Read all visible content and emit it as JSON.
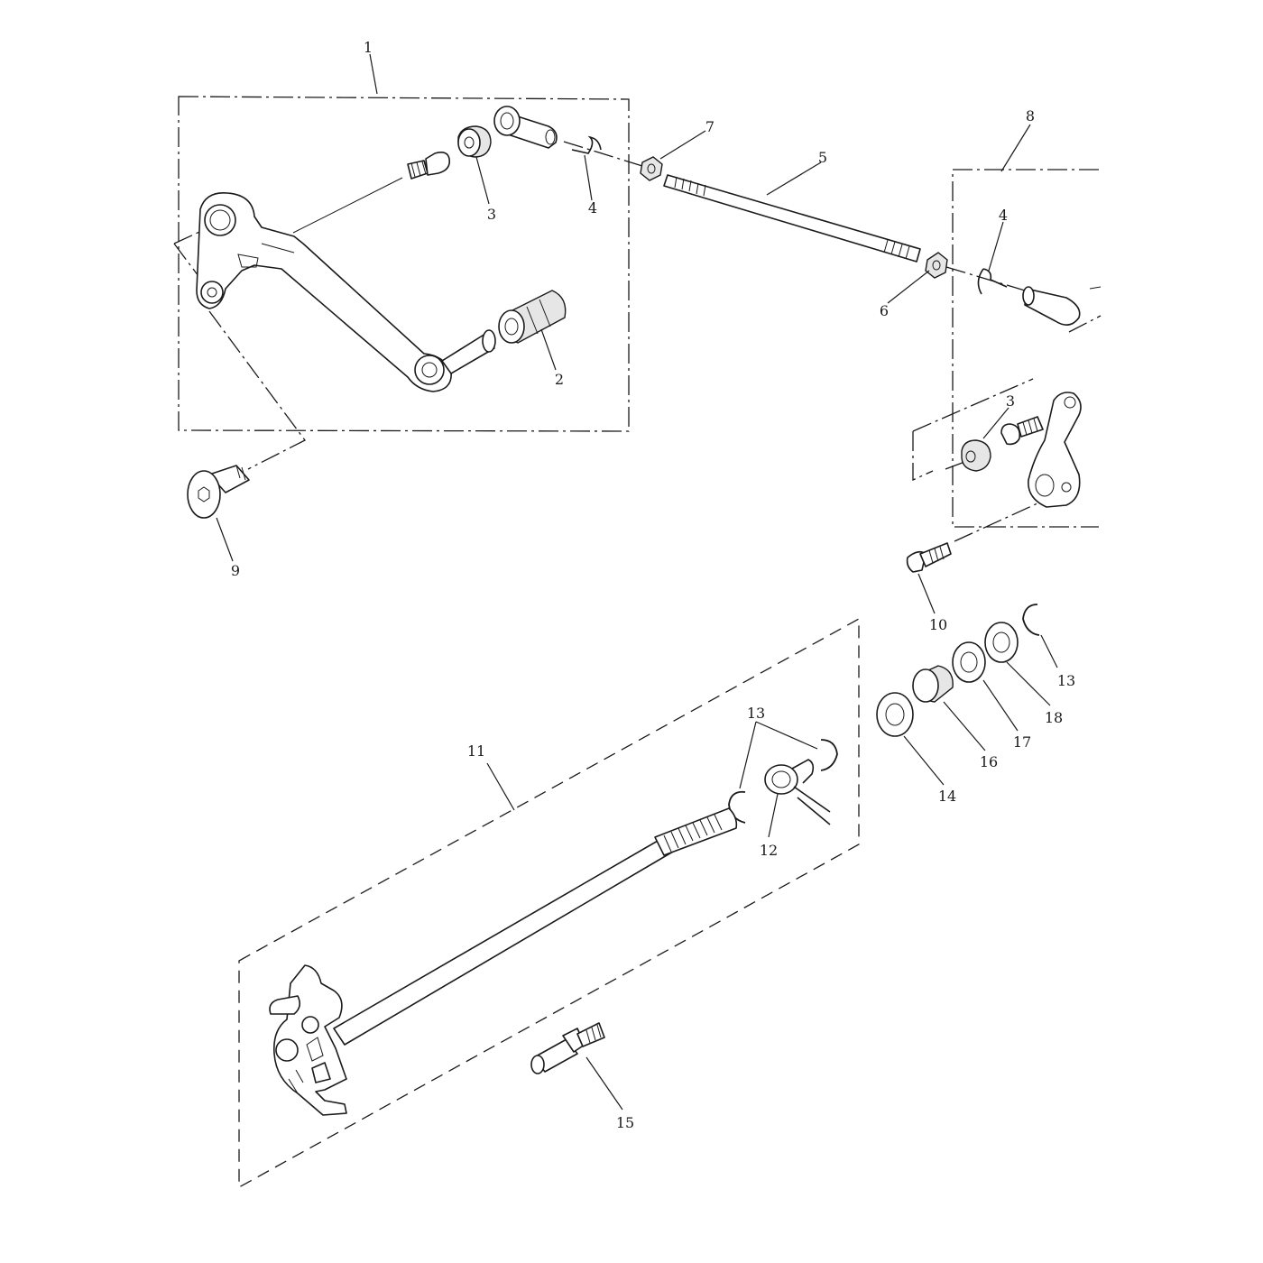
{
  "diagram": {
    "callouts": [
      {
        "label": "1"
      },
      {
        "label": "2"
      },
      {
        "label": "3"
      },
      {
        "label": "4"
      },
      {
        "label": "7"
      },
      {
        "label": "5"
      },
      {
        "label": "8"
      },
      {
        "label": "4"
      },
      {
        "label": "6"
      },
      {
        "label": "3"
      },
      {
        "label": "9"
      },
      {
        "label": "10"
      },
      {
        "label": "13"
      },
      {
        "label": "18"
      },
      {
        "label": "17"
      },
      {
        "label": "16"
      },
      {
        "label": "14"
      },
      {
        "label": "13"
      },
      {
        "label": "12"
      },
      {
        "label": "11"
      },
      {
        "label": "15"
      }
    ]
  }
}
